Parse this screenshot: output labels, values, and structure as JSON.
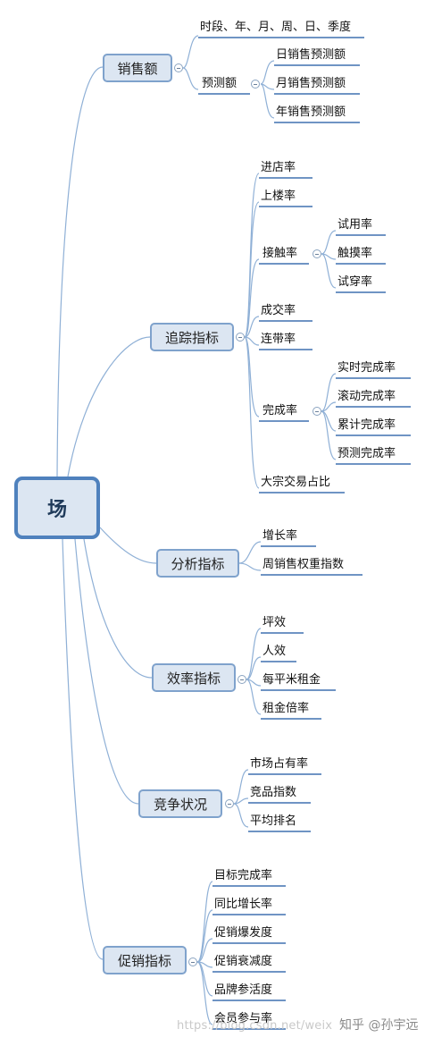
{
  "root": "场",
  "branches": {
    "sales": {
      "label": "销售额",
      "period": "时段、年、月、周、日、季度",
      "forecast": {
        "label": "预测额",
        "items": [
          "日销售预测额",
          "月销售预测额",
          "年销售预测额"
        ]
      }
    },
    "tracking": {
      "label": "追踪指标",
      "enter": "进店率",
      "upstairs": "上楼率",
      "contact": {
        "label": "接触率",
        "items": [
          "试用率",
          "触摸率",
          "试穿率"
        ]
      },
      "deal": "成交率",
      "joint": "连带率",
      "complete": {
        "label": "完成率",
        "items": [
          "实时完成率",
          "滚动完成率",
          "累计完成率",
          "预测完成率"
        ]
      },
      "bulk": "大宗交易占比"
    },
    "analysis": {
      "label": "分析指标",
      "items": [
        "增长率",
        "周销售权重指数"
      ]
    },
    "efficiency": {
      "label": "效率指标",
      "items": [
        "坪效",
        "人效",
        "每平米租金",
        "租金倍率"
      ]
    },
    "competition": {
      "label": "竞争状况",
      "items": [
        "市场占有率",
        "竞品指数",
        "平均排名"
      ]
    },
    "promotion": {
      "label": "促销指标",
      "items": [
        "目标完成率",
        "同比增长率",
        "促销爆发度",
        "促销衰减度",
        "品牌参活度",
        "会员参与率"
      ]
    }
  },
  "watermark": {
    "url": "https://blog.csdn.net/weix",
    "author": "知乎 @孙宇远"
  }
}
